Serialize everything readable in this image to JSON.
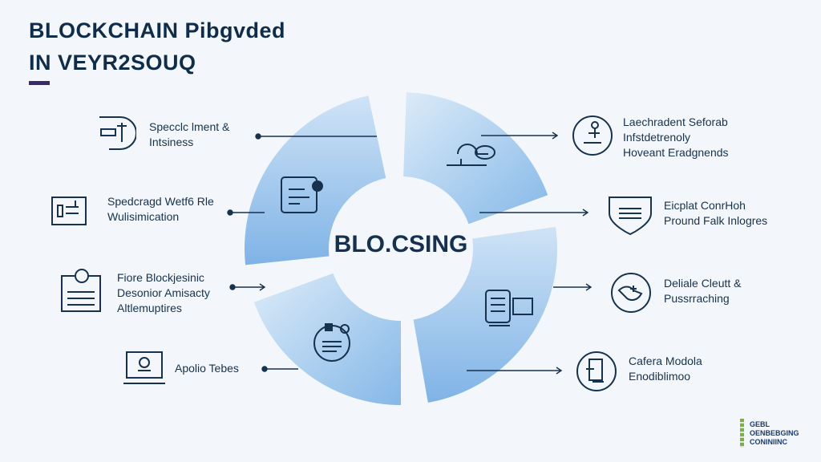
{
  "title": {
    "line1": "BLOCKCHAIN Pibgvded",
    "line2": "IN VEYR2SOUQ"
  },
  "center_label": "BLO.CSING",
  "left_items": [
    {
      "line1": "Specclc lment &",
      "line2": "Intsiness",
      "icon": "payment-icon"
    },
    {
      "line1": "Spedcragd Wetf6 Rle",
      "line2": "Wulisimication",
      "icon": "document-icon"
    },
    {
      "line1": "Fiore Blockjesinic",
      "line2": "Desonior Amisacty",
      "line3": "Altlemuptires",
      "icon": "clipboard-icon"
    },
    {
      "line1": "Apolio Tebes",
      "icon": "laptop-icon"
    }
  ],
  "right_items": [
    {
      "line1": "Laechradent Seforab",
      "line2": "Infstdetrenoly",
      "line3": "Hoveant Eradgnends",
      "icon": "person-icon"
    },
    {
      "line1": "Eicplat ConrHoh",
      "line2": "Pround Falk Inlogres",
      "icon": "shield-icon"
    },
    {
      "line1": "Deliale Cleutt &",
      "line2": "Pussrraching",
      "icon": "handshake-icon"
    },
    {
      "line1": "Cafera Modola",
      "line2": "Enodiblimoo",
      "icon": "mobile-icon"
    }
  ],
  "footer": {
    "line1": "GEBL",
    "line2": "OENBEBGING",
    "line3": "CONINIINC"
  },
  "colors": {
    "segment_light": "#cfe3f6",
    "segment_dark": "#7fb3e6",
    "ink": "#17324f",
    "accent": "#3b2a6b"
  }
}
